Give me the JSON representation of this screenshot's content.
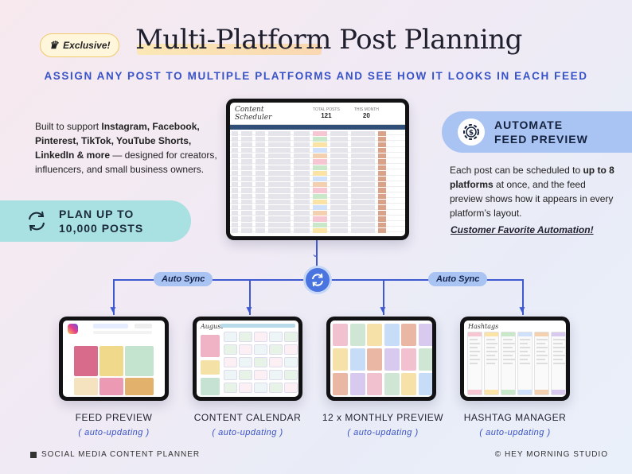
{
  "header": {
    "badge": "Exclusive!",
    "title": "Multi-Platform Post Planning",
    "subtitle": "ASSIGN ANY POST TO MULTIPLE PLATFORMS AND SEE HOW IT LOOKS IN EACH FEED"
  },
  "intro": {
    "prefix": "Built to support ",
    "platforms": "Instagram, Facebook, Pinterest, TikTok, YouTube Shorts, LinkedIn & more",
    "suffix": " — designed for creators, influencers, and small business owners."
  },
  "plan": {
    "line1": "PLAN UP TO",
    "line2": "10,000 POSTS"
  },
  "automate": {
    "line1": "AUTOMATE",
    "line2": "FEED PREVIEW",
    "desc_prefix": "Each post can be scheduled to ",
    "desc_bold": "up to 8 platforms",
    "desc_suffix": " at once, and the feed preview shows how it appears in every platform’s layout.",
    "favorite": "Customer Favorite Automation!"
  },
  "scheduler": {
    "title": "Content Scheduler",
    "stat1_label": "TOTAL POSTS",
    "stat1_value": "121",
    "stat2_label": "THIS MONTH",
    "stat2_value": "20"
  },
  "sync": {
    "left": "Auto Sync",
    "right": "Auto Sync"
  },
  "cards": [
    {
      "label": "FEED PREVIEW",
      "sub": "( auto-updating )"
    },
    {
      "label": "CONTENT CALENDAR",
      "sub": "( auto-updating )"
    },
    {
      "label": "12 x MONTHLY PREVIEW",
      "sub": "( auto-updating )"
    },
    {
      "label": "HASHTAG MANAGER",
      "sub": "( auto-updating )"
    }
  ],
  "calendar_month": "August",
  "hashtag_title": "Hashtags",
  "footer": {
    "left": "SOCIAL MEDIA CONTENT PLANNER",
    "right": "© HEY MORNING STUDIO"
  },
  "colors": {
    "accent_blue": "#3852c7",
    "teal_pill": "#a9e0e2",
    "blue_pill": "#a9c4f3"
  },
  "icons": [
    "crown-icon",
    "refresh-cycle-icon",
    "gear-dollar-icon",
    "sync-hub-icon"
  ]
}
